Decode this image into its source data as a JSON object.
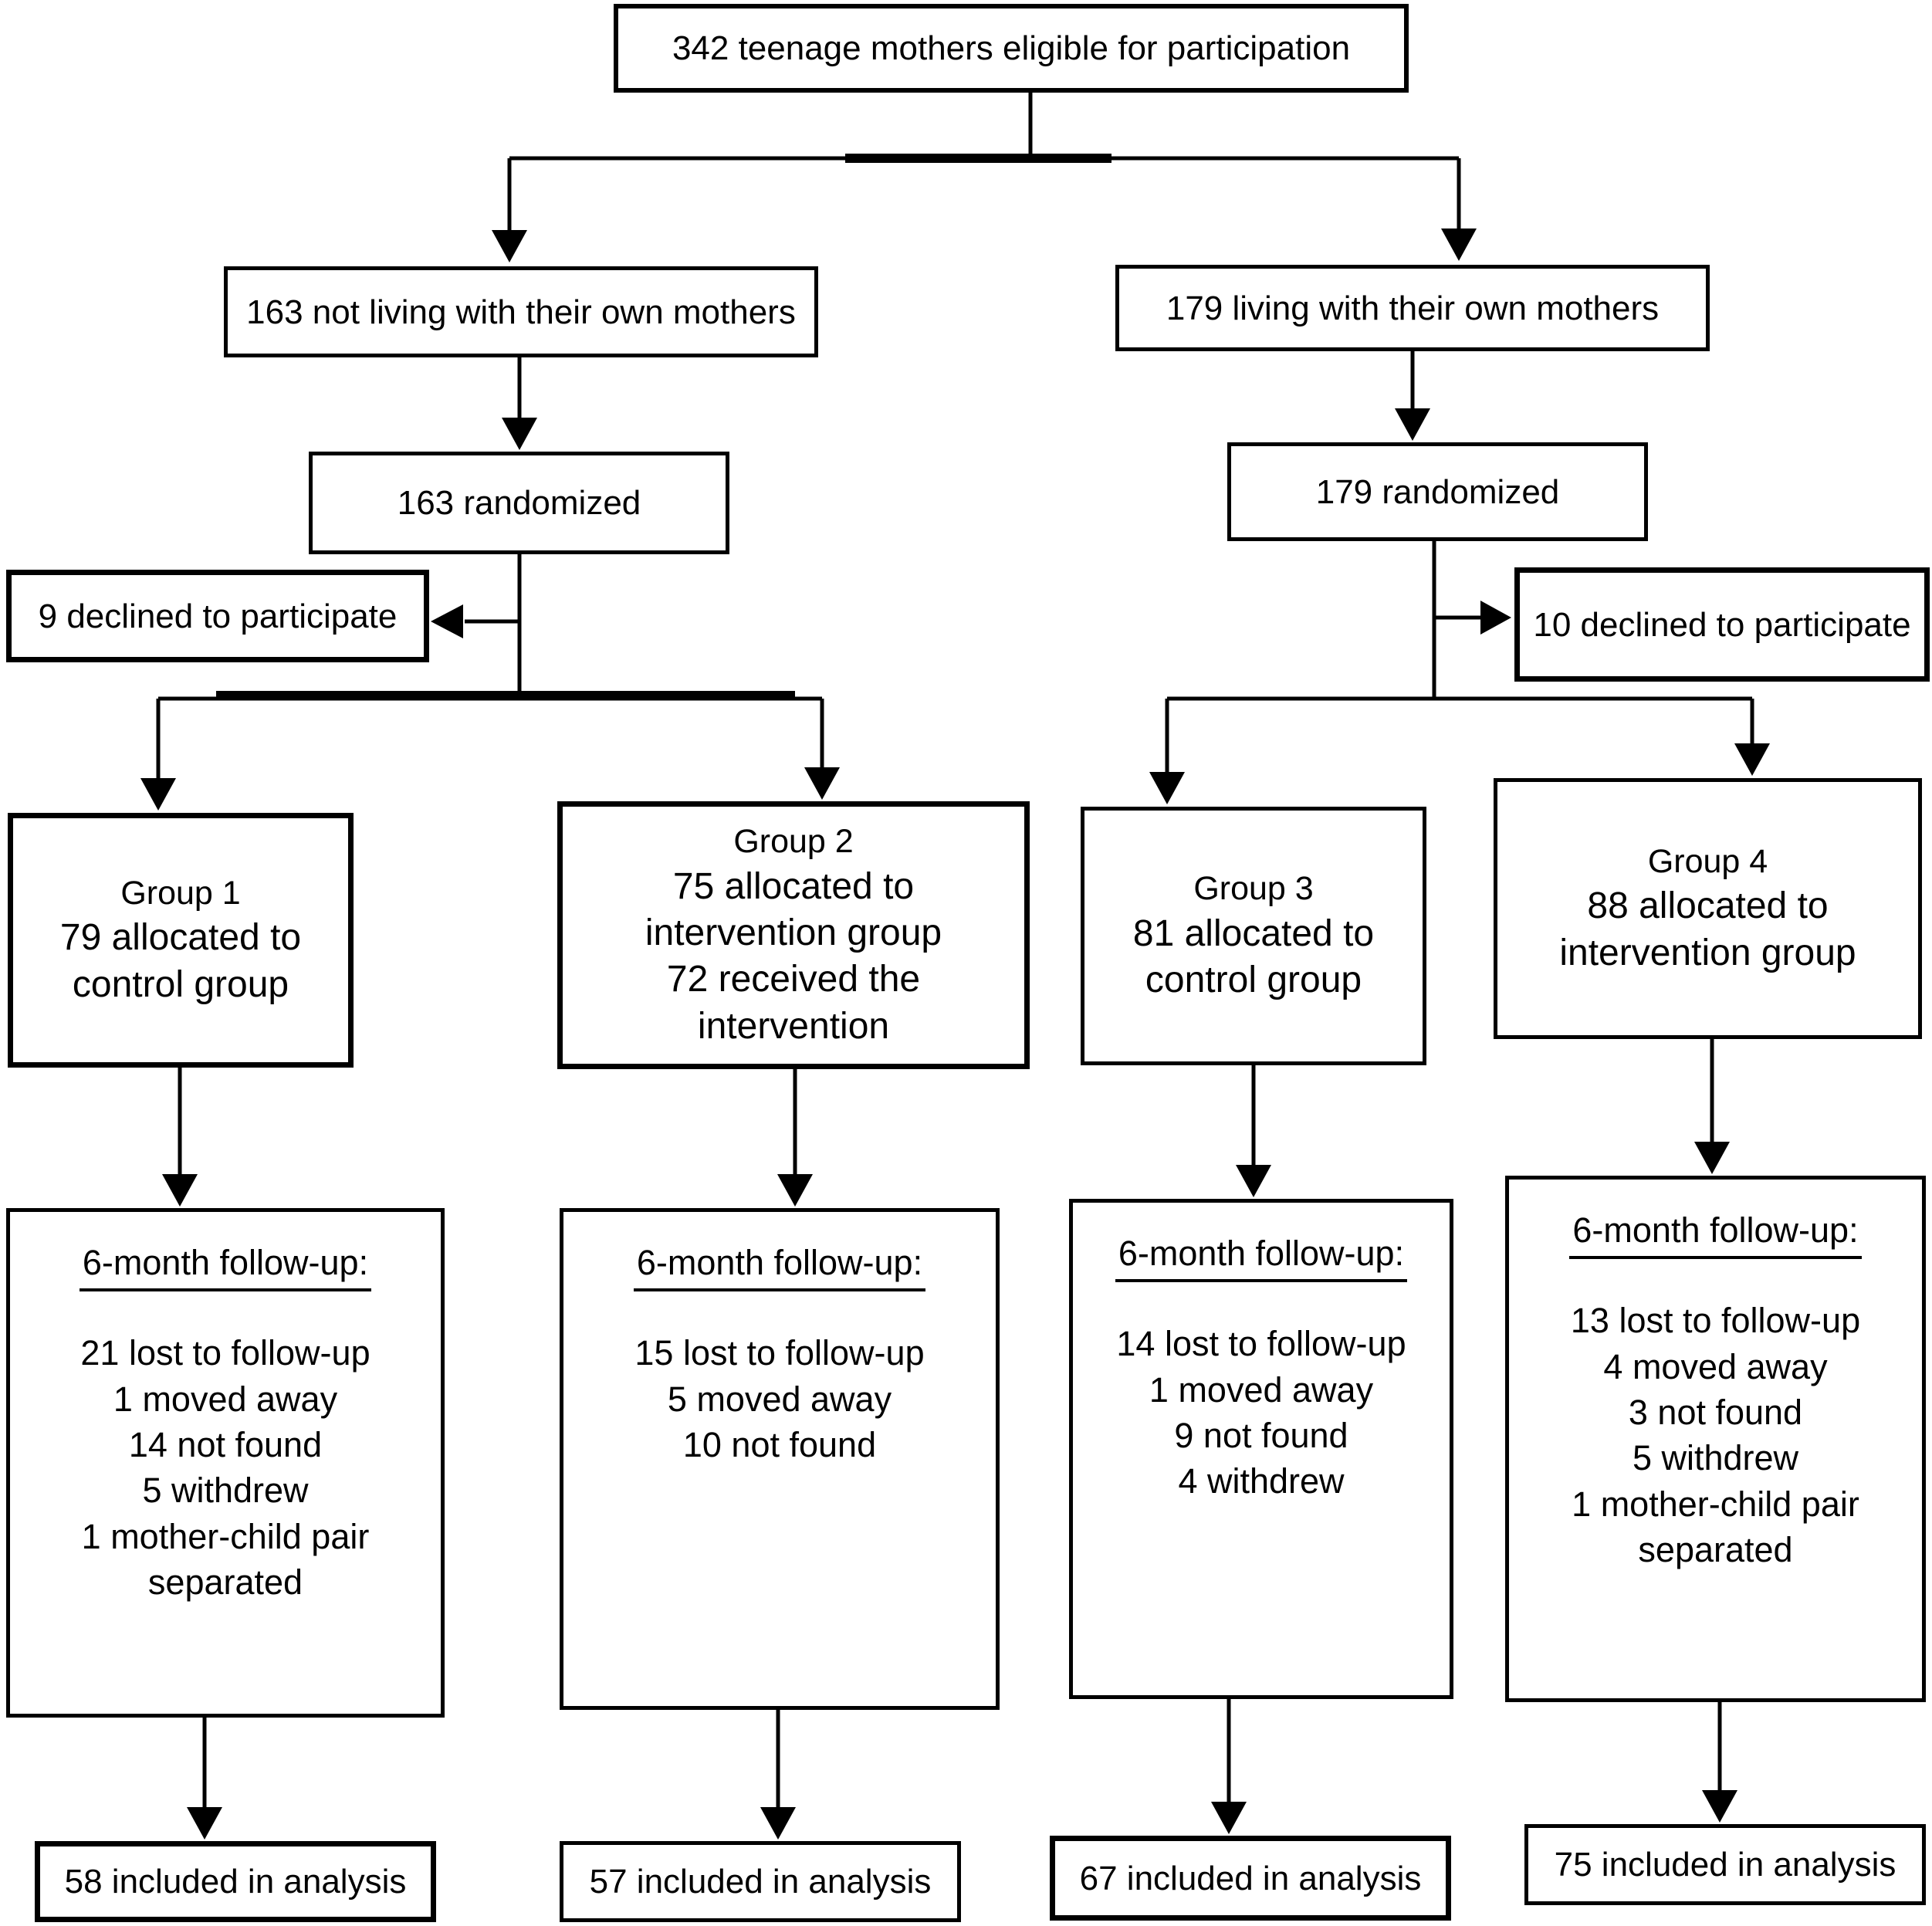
{
  "figure": {
    "top": "342 teenage mothers eligible for participation",
    "branch_left": {
      "screened": "163 not living with their own mothers",
      "randomized": "163 randomized",
      "declined": "9 declined to participate"
    },
    "branch_right": {
      "screened": "179 living with their own mothers",
      "randomized": "179 randomized",
      "declined": "10 declined to participate"
    },
    "groups": [
      {
        "label": "Group 1",
        "lines": [
          "79 allocated to",
          "control group"
        ]
      },
      {
        "label": "Group 2",
        "lines": [
          "75 allocated to",
          "intervention group",
          "72 received the",
          "intervention"
        ]
      },
      {
        "label": "Group 3",
        "lines": [
          "81 allocated to",
          "control group"
        ]
      },
      {
        "label": "Group 4",
        "lines": [
          "88 allocated to",
          "intervention group"
        ]
      }
    ],
    "followup_title": "6-month follow-up:",
    "followups": [
      {
        "lines": [
          "21 lost to follow-up",
          "1 moved away",
          "14 not found",
          "5 withdrew",
          "1 mother-child pair",
          "separated"
        ]
      },
      {
        "lines": [
          "15 lost to follow-up",
          "5 moved away",
          "10 not found"
        ]
      },
      {
        "lines": [
          "14 lost to follow-up",
          "1 moved away",
          "9 not found",
          "4 withdrew"
        ]
      },
      {
        "lines": [
          "13 lost to follow-up",
          "4 moved away",
          "3 not found",
          "5 withdrew",
          "1 mother-child pair",
          "separated"
        ]
      }
    ],
    "analysis": [
      "58 included in analysis",
      "57 included in analysis",
      "67 included in analysis",
      "75 included in analysis"
    ],
    "colors": {
      "line": "#000000",
      "box_bg": "#ffffff"
    }
  }
}
